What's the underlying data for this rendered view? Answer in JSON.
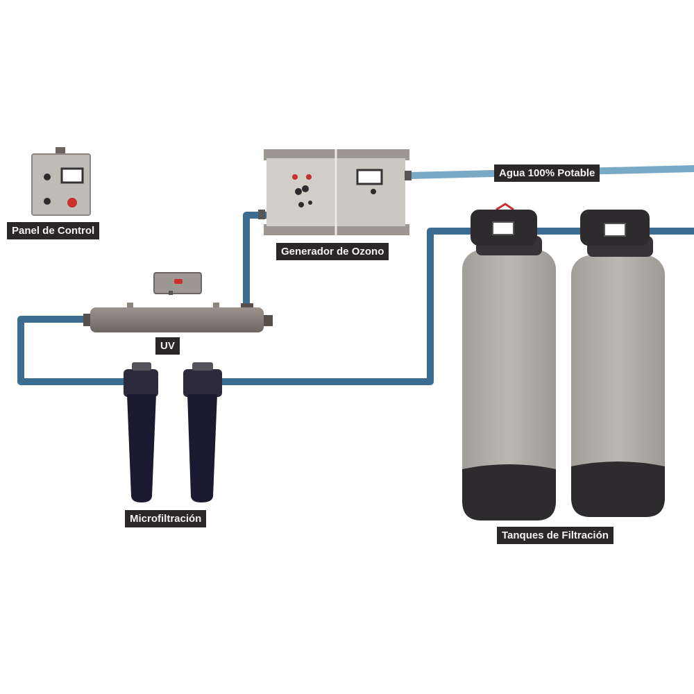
{
  "labels": {
    "panel_control": "Panel de Control",
    "generador_ozono": "Generador de Ozono",
    "agua_potable": "Agua 100% Potable",
    "uv": "UV",
    "microfiltracion": "Microfiltración",
    "tanques_filtracion": "Tanques de Filtración"
  },
  "colors": {
    "pipe": "#3c6c90",
    "pipe_light": "#7aa9c6",
    "label_bg": "#2b2628",
    "tank_body": "#b2aea9",
    "tank_dark": "#2e2b2f",
    "cartridge": "#1c1a30",
    "box_grey": "#c8c4bf",
    "indicator_red": "#c8302c"
  }
}
